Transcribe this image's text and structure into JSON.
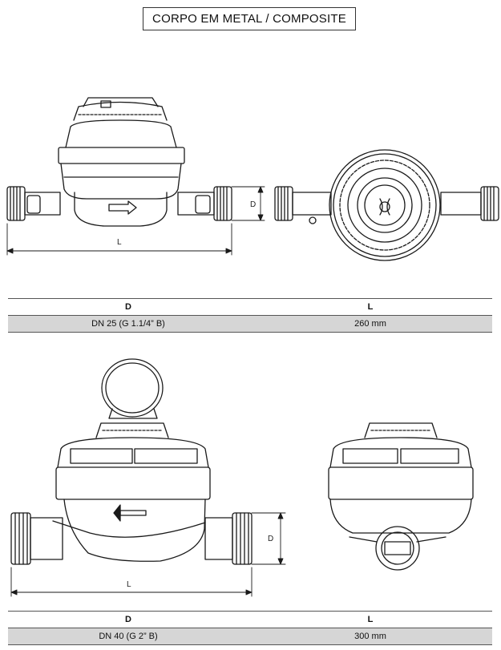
{
  "title": "CORPO EM METAL / COMPOSITE",
  "labels": {
    "dim_d": "D",
    "dim_l": "L"
  },
  "tables": [
    {
      "headers": {
        "d": "D",
        "l": "L"
      },
      "row": {
        "d": "DN 25 (G 1.1/4” B)",
        "l": "260 mm"
      }
    },
    {
      "headers": {
        "d": "D",
        "l": "L"
      },
      "row": {
        "d": "DN 40 (G 2” B)",
        "l": "300 mm"
      }
    }
  ],
  "colors": {
    "line": "#1a1a1a",
    "row_fill": "#d6d6d6",
    "rule": "#555555"
  }
}
